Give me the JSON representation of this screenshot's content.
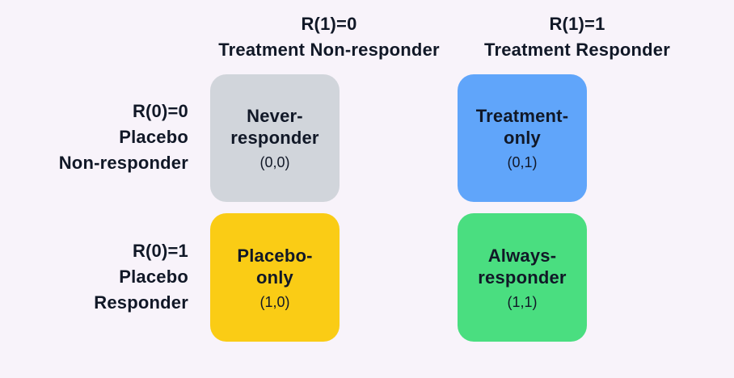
{
  "colors": {
    "background": "#f8f3fa",
    "text": "#111827",
    "never_responder_cell": "#d1d5db",
    "treatment_only_cell": "#60a5fa",
    "placebo_only_cell": "#facc15",
    "always_responder_cell": "#4ade80"
  },
  "column_headers": [
    {
      "potential_outcome": "R(1)=0",
      "label": "Treatment Non-responder"
    },
    {
      "potential_outcome": "R(1)=1",
      "label": "Treatment Responder"
    }
  ],
  "row_headers": [
    {
      "potential_outcome": "R(0)=0",
      "group": "Placebo",
      "status": "Non-responder"
    },
    {
      "potential_outcome": "R(0)=1",
      "group": "Placebo",
      "status": "Responder"
    }
  ],
  "cells": [
    {
      "title_lines": [
        "Never-",
        "responder"
      ],
      "coords": "(0,0)",
      "color": "#d1d5db"
    },
    {
      "title_lines": [
        "Treatment-",
        "only"
      ],
      "coords": "(0,1)",
      "color": "#60a5fa"
    },
    {
      "title_lines": [
        "Placebo-",
        "only"
      ],
      "coords": "(1,0)",
      "color": "#facc15"
    },
    {
      "title_lines": [
        "Always-",
        "responder"
      ],
      "coords": "(1,1)",
      "color": "#4ade80"
    }
  ]
}
